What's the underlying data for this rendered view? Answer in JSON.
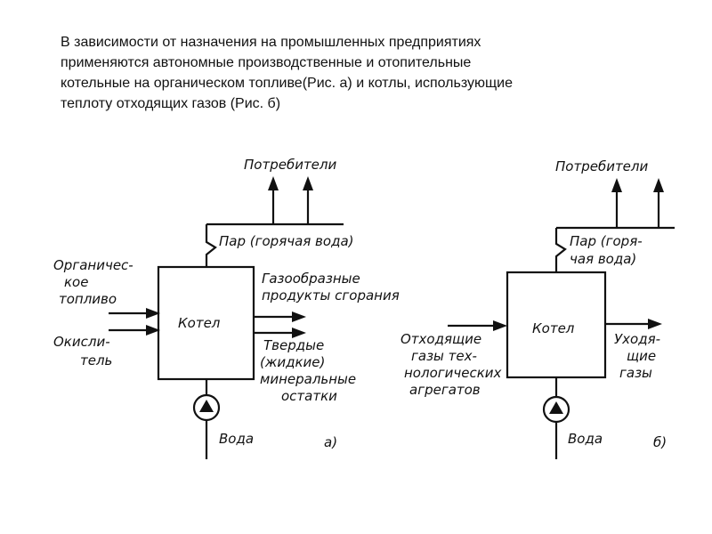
{
  "intro": {
    "lines": [
      "В зависимости от назначения на промышленных предприятиях",
      "применяются автономные производственные и отопительные",
      "котельные на органическом топливе(Рис. а) и котлы, использующие",
      "теплоту отходящих газов (Рис. б)"
    ]
  },
  "diagram_a": {
    "consumers": "Потребители",
    "steam": "Пар (горячая вода)",
    "fuel": [
      "Органичес-",
      "кое",
      "топливо"
    ],
    "oxidizer": [
      "Окисли-",
      "тель"
    ],
    "boiler": "Котел",
    "gases": [
      "Газообразные",
      "продукты сгорания"
    ],
    "solids": [
      "Твердые",
      "(жидкие)",
      "минеральные",
      "остатки"
    ],
    "water": "Вода",
    "caption": "а)"
  },
  "diagram_b": {
    "consumers": "Потребители",
    "steam": [
      "Пар (горя-",
      "чая вода)"
    ],
    "waste_gases_in": [
      "Отходящие",
      "газы тех-",
      "нологических",
      "агрегатов"
    ],
    "boiler": "Котел",
    "waste_gases_out": [
      "Уходя-",
      "щие",
      "газы"
    ],
    "water": "Вода",
    "caption": "б)"
  }
}
